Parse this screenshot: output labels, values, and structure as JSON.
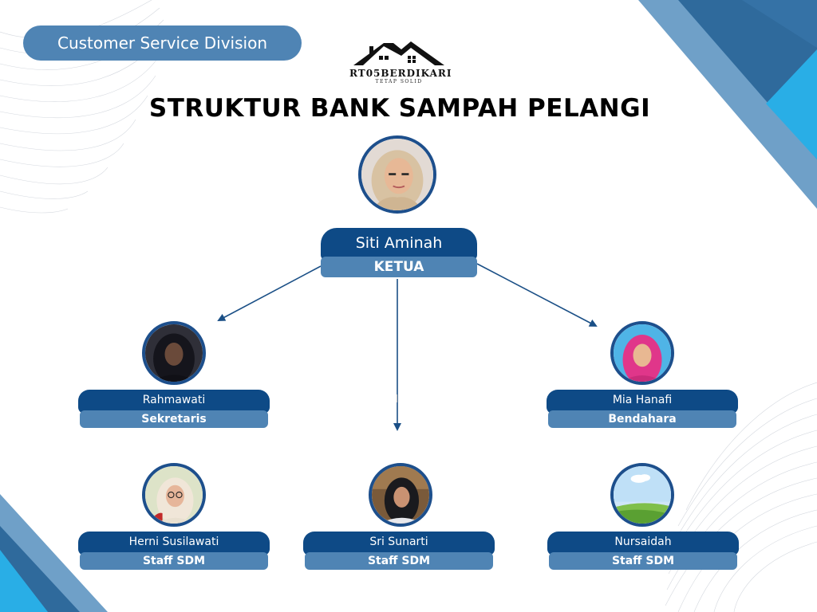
{
  "header": {
    "division_label": "Customer Service Division",
    "logo_name": "RT05BERDIKARI",
    "logo_tagline": "TETAP SOLID",
    "title": "STRUKTUR BANK SAMPAH PELANGI"
  },
  "org": {
    "leader": {
      "name": "Siti Aminah",
      "role": "KETUA",
      "photo": "woman-hijab-beige-photo"
    },
    "members": [
      {
        "name": "Rahmawati",
        "role": "Sekretaris",
        "photo": "woman-hijab-dark-photo"
      },
      {
        "name": "Mia Hanafi",
        "role": "Bendahara",
        "photo": "woman-hijab-pink-photo"
      },
      {
        "name": "Herni Susilawati",
        "role": "Staff SDM",
        "photo": "woman-glasses-photo"
      },
      {
        "name": "Sri Sunarti",
        "role": "Staff SDM",
        "photo": "woman-hijab-black-photo"
      },
      {
        "name": "Nursaidah",
        "role": "Staff SDM",
        "photo": "landscape-placeholder-photo"
      }
    ]
  },
  "colors": {
    "primary_navy": "#0e4a86",
    "secondary_blue": "#4f84b4",
    "avatar_border": "#1d4f8c",
    "arrow": "#1a4f86",
    "corner_dark": "#2f6a9c",
    "corner_light": "#6fa0c8",
    "corner_accent": "#29aee6"
  }
}
